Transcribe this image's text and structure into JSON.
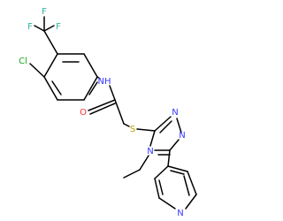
{
  "molecule": {
    "colors": {
      "C": "#000000",
      "N": "#3838ff",
      "O": "#ff2a2a",
      "S": "#b8a000",
      "Cl": "#1aaa1a",
      "F": "#33b0a0"
    },
    "labels": {
      "f1": "F",
      "f2": "F",
      "f3": "F",
      "cl": "Cl",
      "nh": "NH",
      "o": "O",
      "s": "S",
      "n_tri_1": "N",
      "n_tri_2": "N",
      "n_tri_4": "N",
      "n_pyr": "N"
    }
  }
}
